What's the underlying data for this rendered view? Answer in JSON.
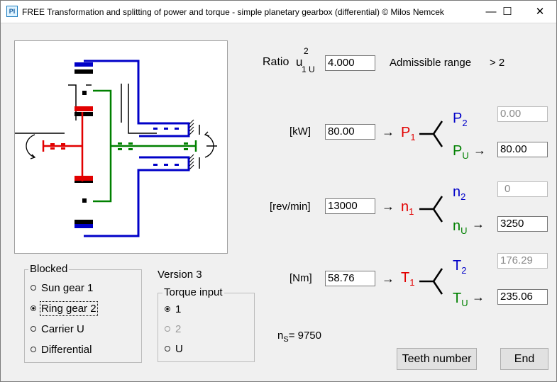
{
  "window": {
    "icon_text": "PI",
    "title": "FREE Transformation and splitting of power and torque - simple planetary gearbox (differential)       © Milos Nemcek",
    "minimize_glyph": "—",
    "maximize_glyph": "☐",
    "close_glyph": "✕"
  },
  "ratio": {
    "label": "Ratio",
    "symbol": "u",
    "sup": "2",
    "sub": "1 U",
    "value": "4.000",
    "admissible_label": "Admissible range",
    "admissible_value": "> 2"
  },
  "power": {
    "unit": "[kW]",
    "input": "80.00",
    "arrow": "→",
    "in_sym": "P",
    "in_sub": "1",
    "out_top_sym": "P",
    "out_top_sub": "2",
    "out_top_value": "0.00",
    "out_bot_sym": "P",
    "out_bot_sub": "U",
    "out_bot_value": "80.00"
  },
  "speed": {
    "unit": "[rev/min]",
    "input": "13000",
    "arrow": "→",
    "in_sym": "n",
    "in_sub": "1",
    "out_top_sym": "n",
    "out_top_sub": "2",
    "out_top_value": "0",
    "out_bot_sym": "n",
    "out_bot_sub": "U",
    "out_bot_value": "3250"
  },
  "torque": {
    "unit": "[Nm]",
    "input": "58.76",
    "arrow": "→",
    "in_sym": "T",
    "in_sub": "1",
    "out_top_sym": "T",
    "out_top_sub": "2",
    "out_top_value": "176.29",
    "out_bot_sym": "T",
    "out_bot_sub": "U",
    "out_bot_value": "235.06"
  },
  "blocked": {
    "legend": "Blocked",
    "options": [
      "Sun gear 1",
      "Ring gear 2",
      "Carrier U",
      "Differential"
    ],
    "selected": "Ring gear 2"
  },
  "version": "Version 3",
  "torque_input": {
    "legend": "Torque input",
    "options": [
      "1",
      "2",
      "U"
    ],
    "selected": "1"
  },
  "ns": {
    "symbol": "n",
    "sub": "S",
    "text": "= 9750"
  },
  "buttons": {
    "teeth": "Teeth number",
    "end": "End"
  },
  "colors": {
    "sun": "#e20000",
    "ring": "#0000c8",
    "carrier": "#008000"
  }
}
